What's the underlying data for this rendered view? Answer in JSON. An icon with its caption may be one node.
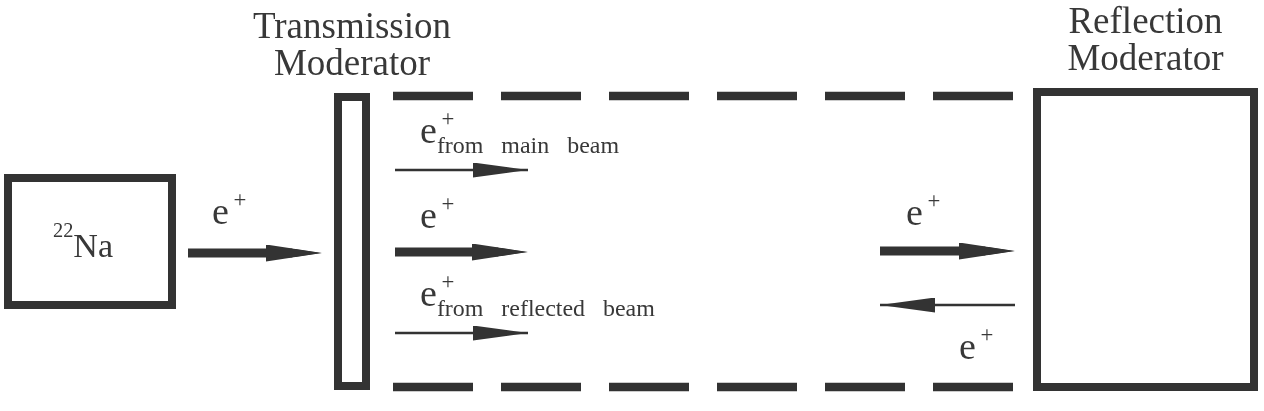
{
  "diagram": {
    "nodes": [
      {
        "text": [
          "$^{22}$Na"
        ]
      },
      {
        "text": [
          "Transmission Moderator"
        ]
      },
      {
        "text": [
          "Reflection Moderator"
        ]
      }
    ],
    "edges": [
      {
        "from": 0,
        "to": 1,
        "arrow": "to",
        "label": "e$^{+}$",
        "style": "thick"
      },
      {
        "from": 1,
        "to": null,
        "arrow": "to",
        "label": "e$^{+}$$_{from main beam}$"
      },
      {
        "from": 1,
        "to": null,
        "arrow": "to",
        "label": "e$^{+}$",
        "style": "thick"
      },
      {
        "from": 1,
        "to": null,
        "arrow": "to",
        "label": "e$^{+}$$_{from reflected beam}$"
      },
      {
        "from": null,
        "to": 2,
        "arrow": "to",
        "label": "e$^{+}$",
        "style": "thick"
      },
      {
        "from": 2,
        "to": null,
        "arrow": "to",
        "label": "e$^{+}$"
      },
      {
        "from": 1,
        "to": 2,
        "arrow": "none",
        "style": "dashed"
      },
      {
        "from": 1,
        "to": 2,
        "arrow": "none",
        "style": "dashed"
      }
    ]
  }
}
